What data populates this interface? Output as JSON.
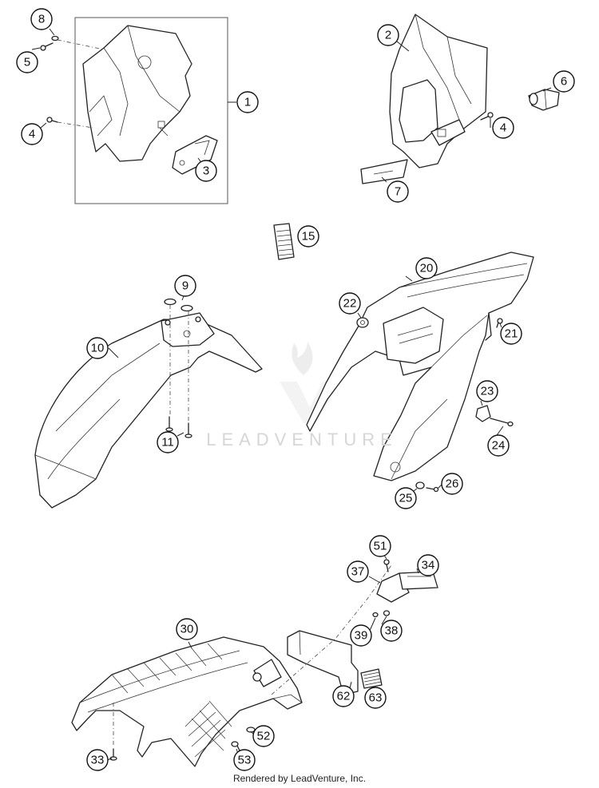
{
  "diagram": {
    "callouts": [
      {
        "label": "1"
      },
      {
        "label": "2"
      },
      {
        "label": "3"
      },
      {
        "label": "4"
      },
      {
        "label": "4"
      },
      {
        "label": "5"
      },
      {
        "label": "6"
      },
      {
        "label": "7"
      },
      {
        "label": "8"
      },
      {
        "label": "9"
      },
      {
        "label": "10"
      },
      {
        "label": "11"
      },
      {
        "label": "15"
      },
      {
        "label": "20"
      },
      {
        "label": "21"
      },
      {
        "label": "22"
      },
      {
        "label": "23"
      },
      {
        "label": "24"
      },
      {
        "label": "25"
      },
      {
        "label": "26"
      },
      {
        "label": "30"
      },
      {
        "label": "33"
      },
      {
        "label": "34"
      },
      {
        "label": "37"
      },
      {
        "label": "38"
      },
      {
        "label": "39"
      },
      {
        "label": "51"
      },
      {
        "label": "52"
      },
      {
        "label": "53"
      },
      {
        "label": "62"
      },
      {
        "label": "63"
      }
    ],
    "watermark": "LEADVENTURE",
    "footer": "Rendered by LeadVenture, Inc."
  }
}
